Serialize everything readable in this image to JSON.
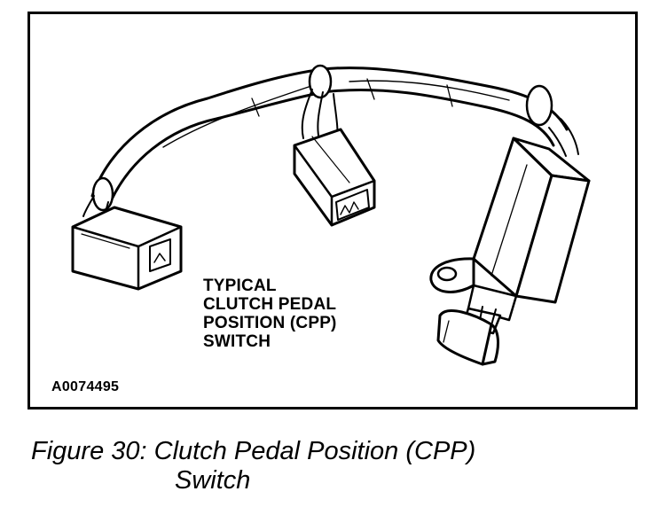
{
  "figure": {
    "callout_lines": [
      "TYPICAL",
      "CLUTCH PEDAL",
      "POSITION (CPP)",
      "SWITCH"
    ],
    "art_id": "A0074495",
    "caption_line1": "Figure 30: Clutch Pedal Position (CPP)",
    "caption_line2": "Switch"
  },
  "colors": {
    "line": "#000000",
    "fill": "#ffffff",
    "shade": "#d9d9d9"
  },
  "components": [
    "wiring-harness",
    "left-connector",
    "middle-connector",
    "cpp-switch-body"
  ]
}
